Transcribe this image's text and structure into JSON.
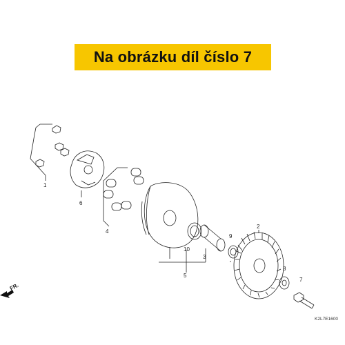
{
  "banner": {
    "text": "Na obrázku díl číslo 7",
    "color": "#f7c600"
  },
  "callouts": {
    "c1": "1",
    "c2": "2",
    "c3": "3",
    "c4": "4",
    "c5": "5",
    "c6": "6",
    "c7": "7",
    "c8": "8",
    "c9": "9",
    "c10": "10"
  },
  "front_arrow": {
    "label": "FR."
  },
  "diagram_code": "K2L7E1600"
}
